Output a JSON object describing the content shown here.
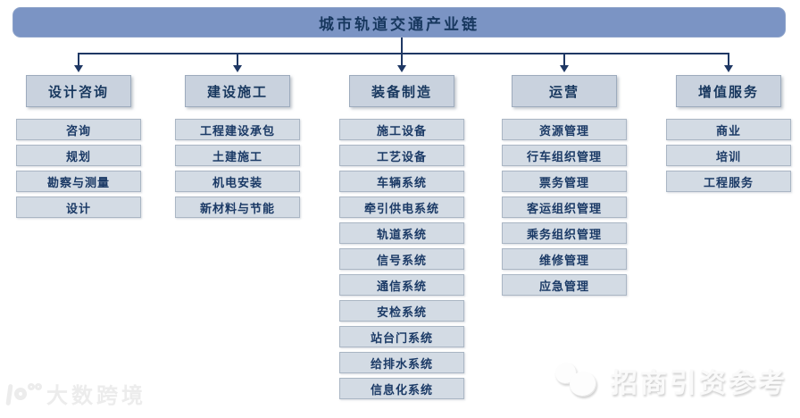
{
  "title": "城市轨道交通产业链",
  "colors": {
    "banner_bg": "#7b94c4",
    "header_bg": "#c9d2de",
    "box_bg": "#d3dbe4",
    "line": "#1f3864",
    "text": "#17375e"
  },
  "columns": [
    {
      "id": "design-consulting",
      "header": "设计咨询",
      "items": [
        "咨询",
        "规划",
        "勘察与测量",
        "设计"
      ]
    },
    {
      "id": "construction",
      "header": "建设施工",
      "items": [
        "工程建设承包",
        "土建施工",
        "机电安装",
        "新材料与节能"
      ]
    },
    {
      "id": "equipment-manufacturing",
      "header": "装备制造",
      "items": [
        "施工设备",
        "工艺设备",
        "车辆系统",
        "牵引供电系统",
        "轨道系统",
        "信号系统",
        "通信系统",
        "安检系统",
        "站台门系统",
        "给排水系统",
        "信息化系统"
      ]
    },
    {
      "id": "operations",
      "header": "运营",
      "items": [
        "资源管理",
        "行车组织管理",
        "票务管理",
        "客运组织管理",
        "乘务组织管理",
        "维修管理",
        "应急管理"
      ]
    },
    {
      "id": "value-added-services",
      "header": "增值服务",
      "items": [
        "商业",
        "培训",
        "工程服务"
      ]
    }
  ],
  "watermarks": {
    "bottom_left": "大数跨境",
    "bottom_right": "招商引资参考"
  }
}
